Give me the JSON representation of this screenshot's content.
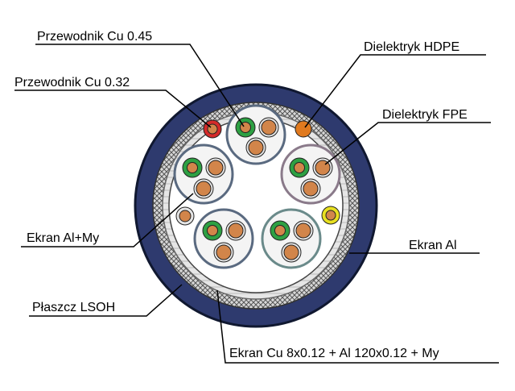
{
  "labels": {
    "conductor_045": "Przewodnik Cu 0.45",
    "conductor_032": "Przewodnik Cu 0.32",
    "dielectric_hdpe": "Dielektryk HDPE",
    "dielectric_fpe": "Dielektryk FPE",
    "shield_al_my": "Ekran Al+My",
    "shield_al": "Ekran Al",
    "jacket_lsoh": "Płaszcz LSOH",
    "shield_braid": "Ekran Cu 8x0.12 + Al 120x0.12 + My"
  },
  "colors": {
    "jacket": "#2e3a6e",
    "copper": "#d2854a",
    "green_insulation": "#2ea043",
    "red_insulation": "#d42a2a",
    "yellow_insulation": "#e8e020",
    "hdpe_core": "#e07a1f",
    "pair_screen": "#7a8a9a",
    "braid": "#9a9a9a"
  }
}
